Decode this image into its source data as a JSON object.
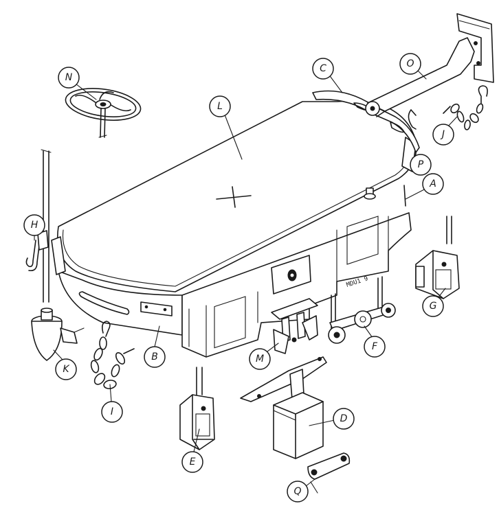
{
  "diagram": {
    "stamp_text": "MDU1 9",
    "labels": [
      {
        "id": "A",
        "text": "A"
      },
      {
        "id": "B",
        "text": "B"
      },
      {
        "id": "C",
        "text": "C"
      },
      {
        "id": "D",
        "text": "D"
      },
      {
        "id": "E",
        "text": "E"
      },
      {
        "id": "F",
        "text": "F"
      },
      {
        "id": "G",
        "text": "G"
      },
      {
        "id": "H",
        "text": "H"
      },
      {
        "id": "I",
        "text": "I"
      },
      {
        "id": "J",
        "text": "J"
      },
      {
        "id": "K",
        "text": "K"
      },
      {
        "id": "L",
        "text": "L"
      },
      {
        "id": "M",
        "text": "M"
      },
      {
        "id": "N",
        "text": "N"
      },
      {
        "id": "O",
        "text": "O"
      },
      {
        "id": "P",
        "text": "P"
      },
      {
        "id": "Q",
        "text": "Q"
      }
    ]
  }
}
